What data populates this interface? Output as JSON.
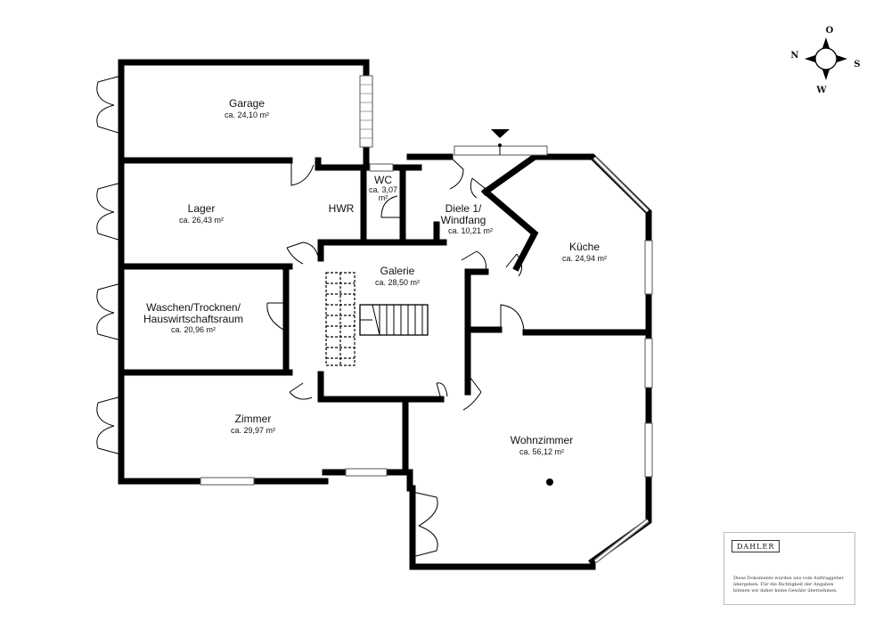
{
  "rooms": {
    "garage": {
      "name": "Garage",
      "area": "ca. 24,10 m²"
    },
    "lager": {
      "name": "Lager",
      "area": "ca. 26,43 m²"
    },
    "hwr": {
      "name": "HWR"
    },
    "wc": {
      "name": "WC",
      "area_line1": "ca. 3,07",
      "area_line2": "m²"
    },
    "diele": {
      "name_line1": "Diele 1/",
      "name_line2": "Windfang",
      "area": "ca. 10,21 m²"
    },
    "kueche": {
      "name": "Küche",
      "area": "ca. 24,94 m²"
    },
    "galerie": {
      "name": "Galerie",
      "area": "ca. 28,50 m²"
    },
    "waschen": {
      "name_line1": "Waschen/Trocknen/",
      "name_line2": "Hauswirtschaftsraum",
      "area": "ca. 20,96 m²"
    },
    "zimmer": {
      "name": "Zimmer",
      "area": "ca. 29,97 m²"
    },
    "wohnzimmer": {
      "name": "Wohnzimmer",
      "area": "ca. 56,12 m²"
    }
  },
  "compass": {
    "north": "N",
    "east": "O",
    "south": "S",
    "west": "W"
  },
  "footer": {
    "logo": "DAHLER",
    "disclaimer": "Diese Dokumente wurden uns vom Auftraggeber übergeben. Für die Richtigkeit der Angaben können wir daher keine Gewähr übernehmen."
  }
}
